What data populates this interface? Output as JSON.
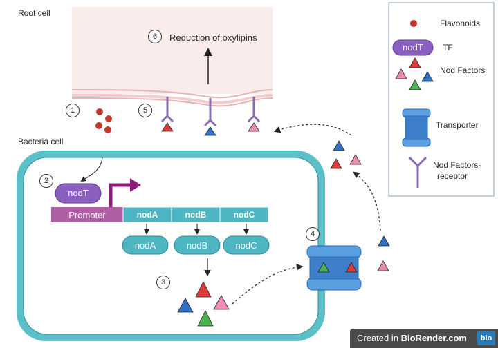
{
  "labels": {
    "root_cell": "Root cell",
    "bacteria_cell": "Bacteria cell",
    "reduction": "Reduction of oxylipins",
    "promoter": "Promoter",
    "nodT": "nodT"
  },
  "steps": [
    "1",
    "2",
    "3",
    "4",
    "5",
    "6"
  ],
  "genes": [
    "nodA",
    "nodB",
    "nodC"
  ],
  "products": [
    "nodA",
    "nodB",
    "nodC"
  ],
  "legend": {
    "flavonoids": "Flavonoids",
    "tf_symbol": "nodT",
    "tf": "TF",
    "nod_factors": "Nod Factors",
    "transporter": "Transporter",
    "receptor_line1": "Nod Factors-",
    "receptor_line2": "receptor"
  },
  "footer": {
    "prefix": "Created in ",
    "brand": "BioRender.com",
    "logo": "bio"
  },
  "colors": {
    "root_bg": "#fbecec",
    "membrane": "#e8b4b4",
    "cell_border": "#5bc0c8",
    "cell_fill": "#ffffff",
    "gene_teal": "#4db6c2",
    "promoter_purple": "#b05fa6",
    "nodT_purple": "#8b5fbf",
    "flavonoid_red": "#c0392b",
    "nf_red": "#d93a3a",
    "nf_blue": "#2f6fc4",
    "nf_pink": "#f08bb4",
    "nf_green": "#4caf50",
    "receptor": "#8a6cb5",
    "transporter": "#4a90d9"
  }
}
